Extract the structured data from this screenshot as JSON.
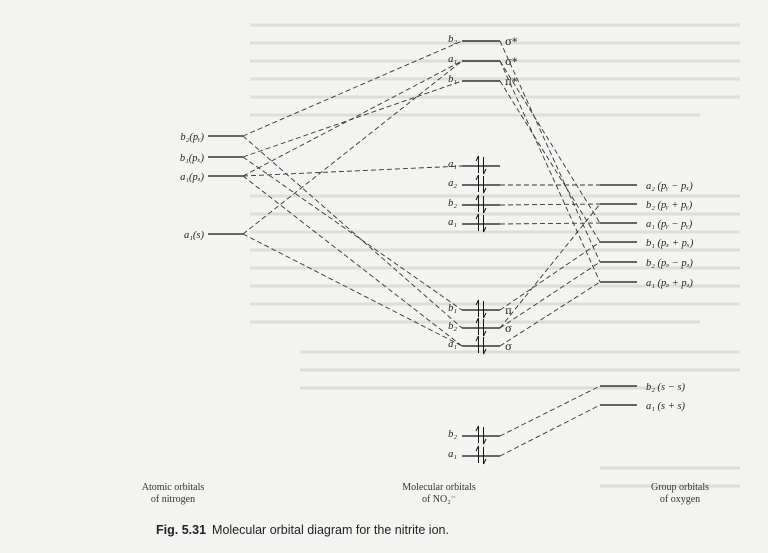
{
  "caption": {
    "number": "Fig. 5.31",
    "text": "Molecular orbital diagram for the nitrite ion."
  },
  "columns": {
    "left": [
      "Atomic orbitals",
      "of nitrogen"
    ],
    "middle": [
      "Molecular orbitals",
      "of NO₂⁻"
    ],
    "right": [
      "Group orbitals",
      "of oxygen"
    ]
  },
  "nitrogen_levels": [
    {
      "id": "n_b2",
      "label": "b₂(pᵧ)"
    },
    {
      "id": "n_b1",
      "label": "b₁(pₓ)"
    },
    {
      "id": "n_a1p",
      "label": "a₁(pₔ)"
    },
    {
      "id": "n_a1s",
      "label": "a₁(s)"
    }
  ],
  "mo_levels": [
    {
      "id": "mo_b2s",
      "label": "b₂",
      "tag": "σ*",
      "electrons": 0
    },
    {
      "id": "mo_a1s",
      "label": "a₁",
      "tag": "σ*",
      "electrons": 0
    },
    {
      "id": "mo_b1p",
      "label": "b₁",
      "tag": "π*",
      "electrons": 0
    },
    {
      "id": "mo_a1n",
      "label": "a₁",
      "tag": "",
      "electrons": 2
    },
    {
      "id": "mo_a2n",
      "label": "a₂",
      "tag": "",
      "electrons": 2
    },
    {
      "id": "mo_b2n",
      "label": "b₂",
      "tag": "",
      "electrons": 2
    },
    {
      "id": "mo_a1n2",
      "label": "a₁",
      "tag": "",
      "electrons": 2
    },
    {
      "id": "mo_b1b",
      "label": "b₁",
      "tag": "π",
      "electrons": 2
    },
    {
      "id": "mo_b2b",
      "label": "b₂",
      "tag": "σ",
      "electrons": 2
    },
    {
      "id": "mo_a1b",
      "label": "a₁",
      "tag": "σ",
      "electrons": 2
    },
    {
      "id": "mo_b2l",
      "label": "b₂",
      "tag": "",
      "electrons": 2
    },
    {
      "id": "mo_a1l",
      "label": "a₁",
      "tag": "",
      "electrons": 2
    }
  ],
  "oxygen_levels": [
    {
      "id": "o_a2",
      "label": "a₂ (pᵧ − pₓ)"
    },
    {
      "id": "o_b2y",
      "label": "b₂ (pᵧ + pᵧ)"
    },
    {
      "id": "o_a1y",
      "label": "a₁ (pᵧ − pᵧ)"
    },
    {
      "id": "o_b1x",
      "label": "b₁ (pₓ + pₓ)"
    },
    {
      "id": "o_b2z",
      "label": "b₂ (pₔ − pₔ)"
    },
    {
      "id": "o_a1z",
      "label": "a₁ (pₔ + pₔ)"
    },
    {
      "id": "o_b2s",
      "label": "b₂ (s − s)"
    },
    {
      "id": "o_a1s",
      "label": "a₁ (s + s)"
    }
  ],
  "correlations": [
    [
      "n_b2",
      "mo_b2s"
    ],
    [
      "n_b1",
      "mo_b1p"
    ],
    [
      "n_a1p",
      "mo_a1s"
    ],
    [
      "n_a1s",
      "mo_a1s"
    ],
    [
      "n_a1p",
      "mo_a1n"
    ],
    [
      "n_b2",
      "mo_b2b"
    ],
    [
      "n_b1",
      "mo_b1b"
    ],
    [
      "n_a1p",
      "mo_a1b"
    ],
    [
      "n_a1s",
      "mo_a1b"
    ],
    [
      "mo_a2n",
      "o_a2"
    ],
    [
      "mo_b2n",
      "o_b2y"
    ],
    [
      "mo_a1n2",
      "o_a1y"
    ],
    [
      "mo_b2s",
      "o_b2z"
    ],
    [
      "mo_a1s",
      "o_a1z"
    ],
    [
      "mo_a1s",
      "o_a1y"
    ],
    [
      "mo_b1p",
      "o_b1x"
    ],
    [
      "mo_b1b",
      "o_b1x"
    ],
    [
      "mo_b2b",
      "o_b2z"
    ],
    [
      "mo_a1b",
      "o_a1z"
    ],
    [
      "mo_b2b",
      "o_b2y"
    ],
    [
      "mo_b2l",
      "o_b2s"
    ],
    [
      "mo_a1l",
      "o_a1s"
    ]
  ]
}
